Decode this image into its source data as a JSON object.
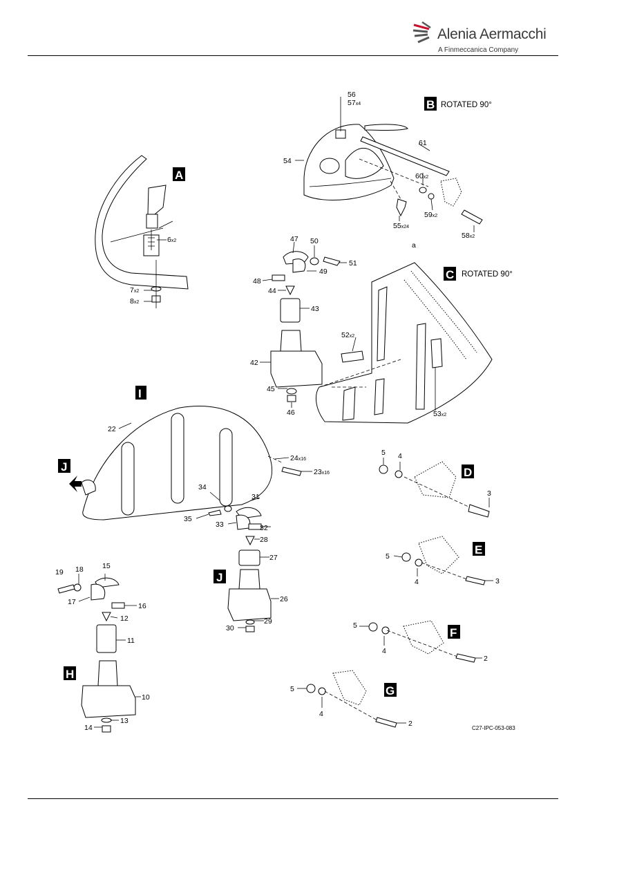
{
  "header": {
    "brand": "Alenia Aermacchi",
    "tagline": "A Finmeccanica Company"
  },
  "figure": {
    "code": "C27-IPC-053-083",
    "rotated_label": "ROTATED 90°",
    "detail_a": "a"
  },
  "views": [
    "A",
    "B",
    "C",
    "D",
    "E",
    "F",
    "G",
    "H",
    "I",
    "J",
    "J"
  ],
  "callouts": {
    "c2a": {
      "n": "2",
      "q": ""
    },
    "c2b": {
      "n": "2",
      "q": ""
    },
    "c3a": {
      "n": "3",
      "q": ""
    },
    "c3b": {
      "n": "3",
      "q": ""
    },
    "c4a": {
      "n": "4",
      "q": ""
    },
    "c4b": {
      "n": "4",
      "q": ""
    },
    "c4c": {
      "n": "4",
      "q": ""
    },
    "c4d": {
      "n": "4",
      "q": ""
    },
    "c5a": {
      "n": "5",
      "q": ""
    },
    "c5b": {
      "n": "5",
      "q": ""
    },
    "c5c": {
      "n": "5",
      "q": ""
    },
    "c5d": {
      "n": "5",
      "q": ""
    },
    "c6": {
      "n": "6",
      "q": "x2"
    },
    "c7": {
      "n": "7",
      "q": "x2"
    },
    "c8": {
      "n": "8",
      "q": "x2"
    },
    "c10": {
      "n": "10",
      "q": ""
    },
    "c11": {
      "n": "11",
      "q": ""
    },
    "c12": {
      "n": "12",
      "q": ""
    },
    "c13": {
      "n": "13",
      "q": ""
    },
    "c14": {
      "n": "14",
      "q": ""
    },
    "c15": {
      "n": "15",
      "q": ""
    },
    "c16": {
      "n": "16",
      "q": ""
    },
    "c17": {
      "n": "17",
      "q": ""
    },
    "c18": {
      "n": "18",
      "q": ""
    },
    "c19": {
      "n": "19",
      "q": ""
    },
    "c22": {
      "n": "22",
      "q": ""
    },
    "c23": {
      "n": "23",
      "q": "x16"
    },
    "c24": {
      "n": "24",
      "q": "x16"
    },
    "c26": {
      "n": "26",
      "q": ""
    },
    "c27": {
      "n": "27",
      "q": ""
    },
    "c28": {
      "n": "28",
      "q": ""
    },
    "c29": {
      "n": "29",
      "q": ""
    },
    "c30": {
      "n": "30",
      "q": ""
    },
    "c31": {
      "n": "31",
      "q": ""
    },
    "c32": {
      "n": "32",
      "q": ""
    },
    "c33": {
      "n": "33",
      "q": ""
    },
    "c34": {
      "n": "34",
      "q": ""
    },
    "c35": {
      "n": "35",
      "q": ""
    },
    "c42": {
      "n": "42",
      "q": ""
    },
    "c43": {
      "n": "43",
      "q": ""
    },
    "c44": {
      "n": "44",
      "q": ""
    },
    "c45": {
      "n": "45",
      "q": ""
    },
    "c46": {
      "n": "46",
      "q": ""
    },
    "c47": {
      "n": "47",
      "q": ""
    },
    "c48": {
      "n": "48",
      "q": ""
    },
    "c49": {
      "n": "49",
      "q": ""
    },
    "c50": {
      "n": "50",
      "q": ""
    },
    "c51": {
      "n": "51",
      "q": ""
    },
    "c52": {
      "n": "52",
      "q": "x2"
    },
    "c53": {
      "n": "53",
      "q": "x2"
    },
    "c54": {
      "n": "54",
      "q": ""
    },
    "c55": {
      "n": "55",
      "q": "x24"
    },
    "c56": {
      "n": "56",
      "q": ""
    },
    "c57": {
      "n": "57",
      "q": "x4"
    },
    "c58": {
      "n": "58",
      "q": "x2"
    },
    "c59": {
      "n": "59",
      "q": "x2"
    },
    "c60": {
      "n": "60",
      "q": "x2"
    },
    "c61": {
      "n": "61",
      "q": ""
    }
  }
}
